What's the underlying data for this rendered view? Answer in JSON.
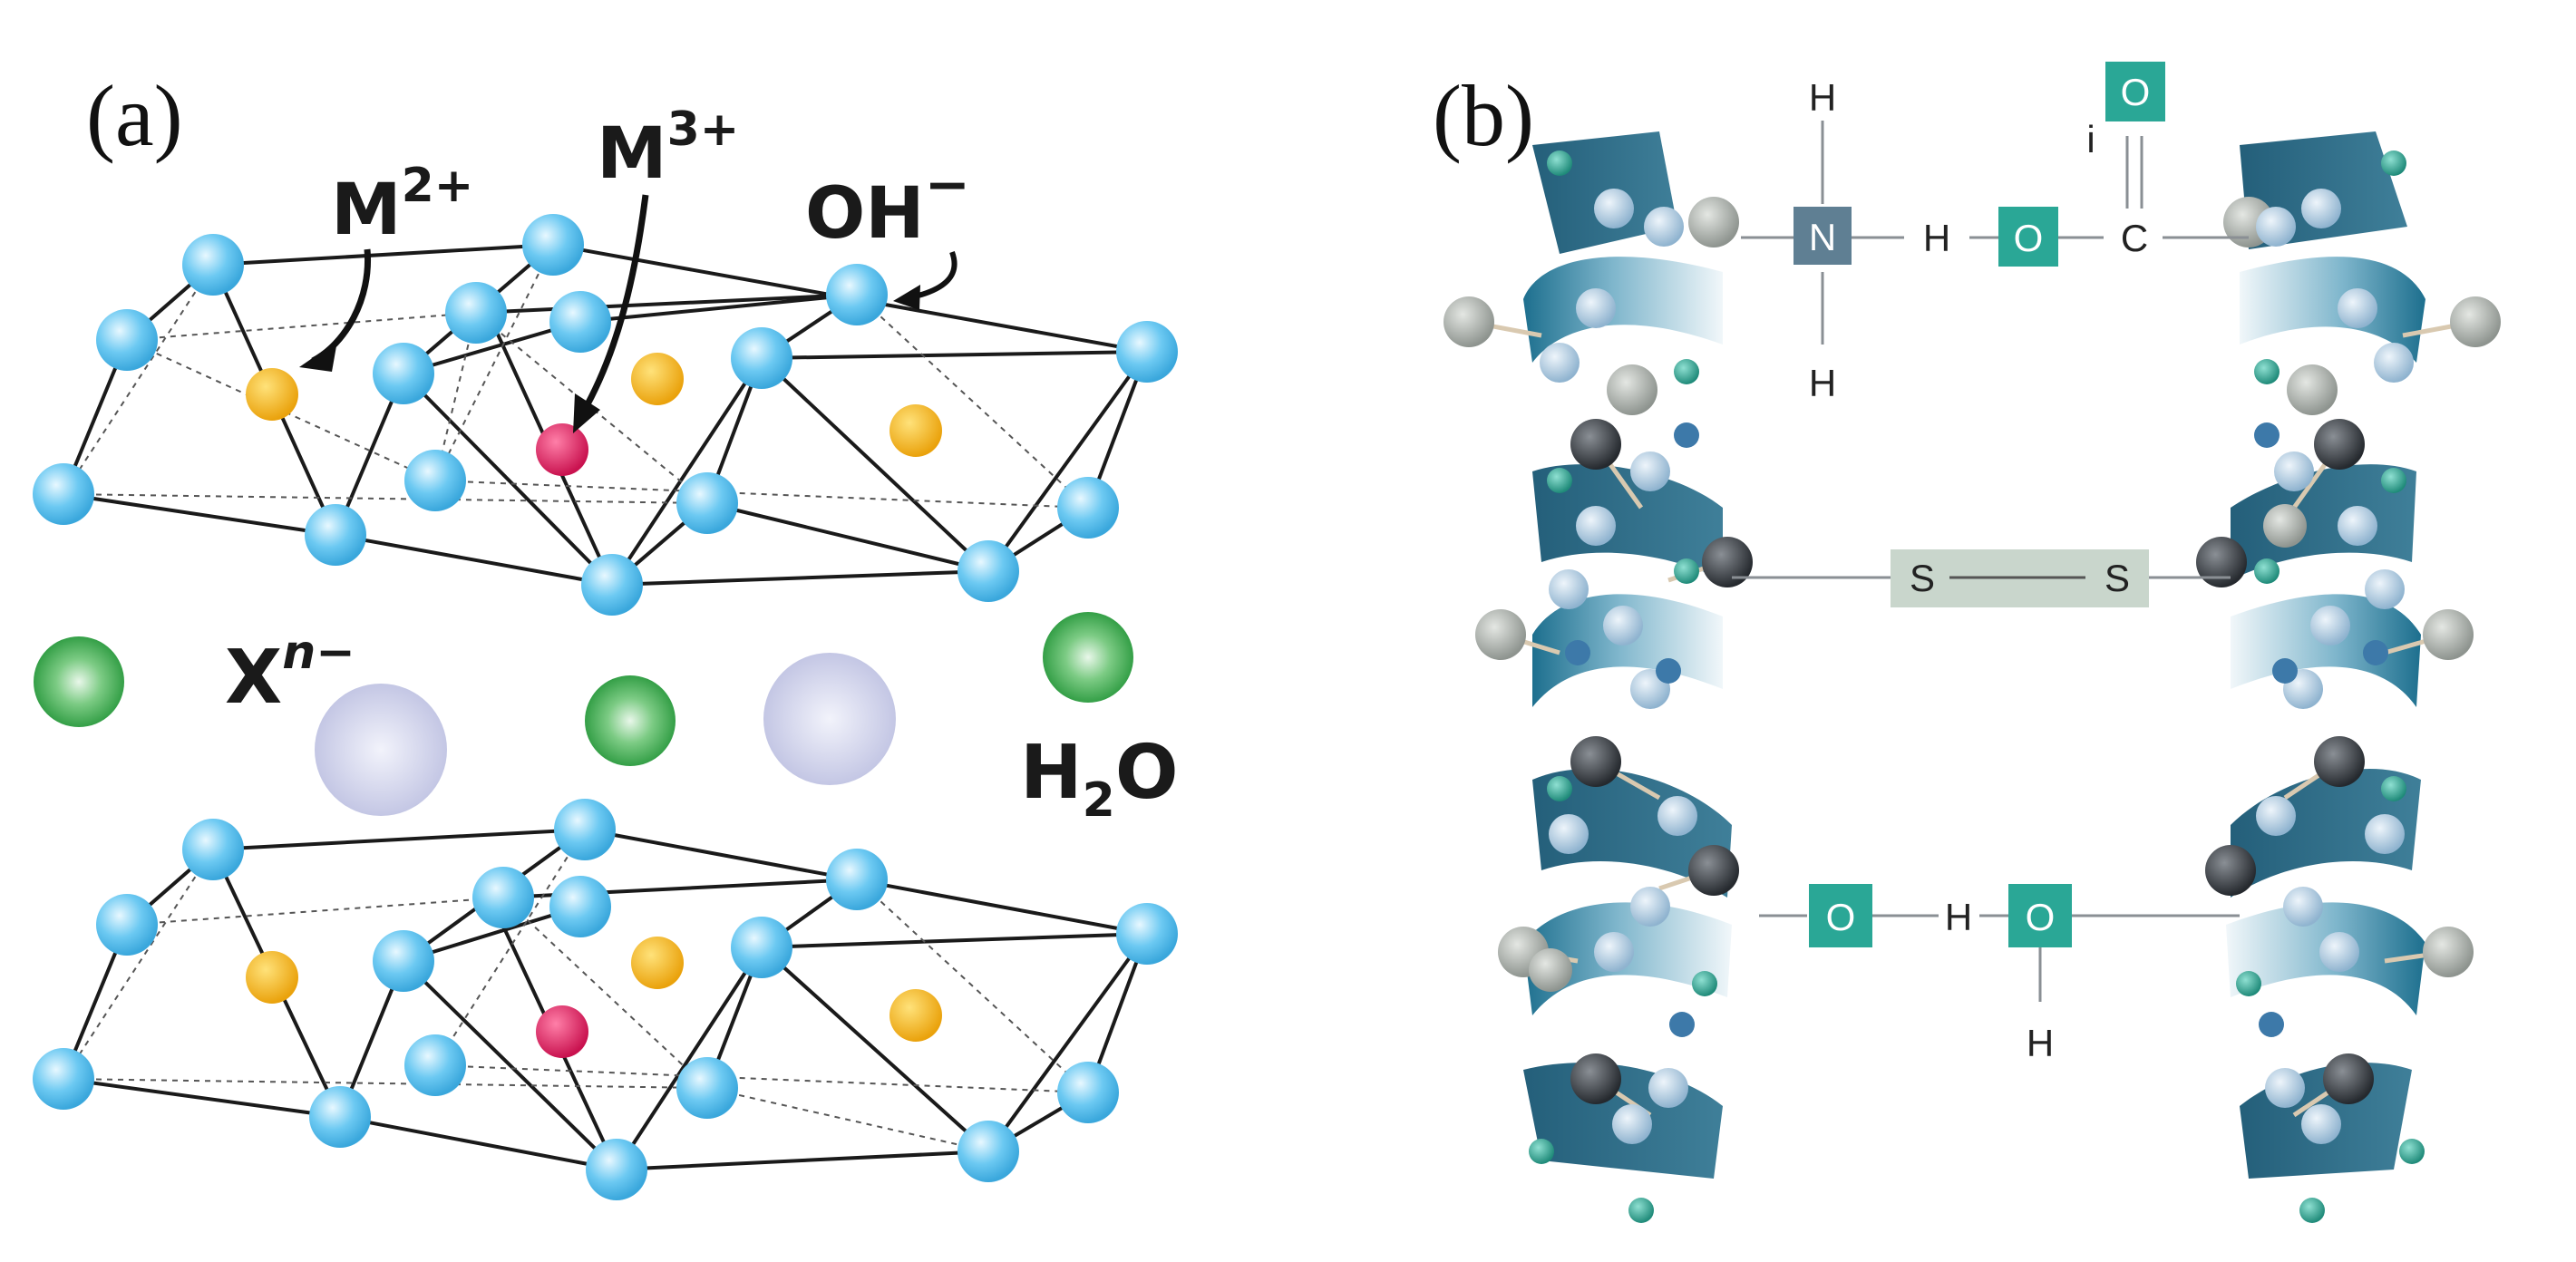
{
  "panel_a": {
    "letter": "(a)",
    "labels": {
      "m2_base": "M",
      "m2_sup": "2+",
      "m3_base": "M",
      "m3_sup": "3+",
      "oh_base": "OH",
      "oh_sup": "−",
      "x_base": "X",
      "x_sup_italic": "n",
      "x_sup": "−",
      "h2o_h": "H",
      "h2o_sub": "2",
      "h2o_o": "O"
    },
    "colors": {
      "hydroxide": "#5cc3ef",
      "divalent_metal": "#f4b318",
      "trivalent_metal": "#e0306a",
      "water": "#3aa84a",
      "anion": "#c9cbe8",
      "bond": "#1a1a1a"
    }
  },
  "panel_b": {
    "letter": "(b)",
    "labels": {
      "top_h1": "H",
      "top_n": "N",
      "top_h_mid": "H",
      "top_o1": "O",
      "top_c": "C",
      "top_o2": "O",
      "top_i": "i",
      "top_h2": "H",
      "s1": "S",
      "s2": "S",
      "bot_o1": "O",
      "bot_h_mid": "H",
      "bot_o2": "O",
      "bot_h": "H"
    },
    "colors": {
      "helix_dark": "#1d6f8e",
      "helix_light": "#e7f1f5",
      "oxygen_box": "#2aa796",
      "nitrogen_box": "#5f7f93",
      "disulfide_box": "#c9d6cc",
      "atom_grey": "#9da39e",
      "atom_dark": "#2f3338",
      "atom_blue": "#a8c8df",
      "atom_teal": "#2a9a88"
    }
  }
}
